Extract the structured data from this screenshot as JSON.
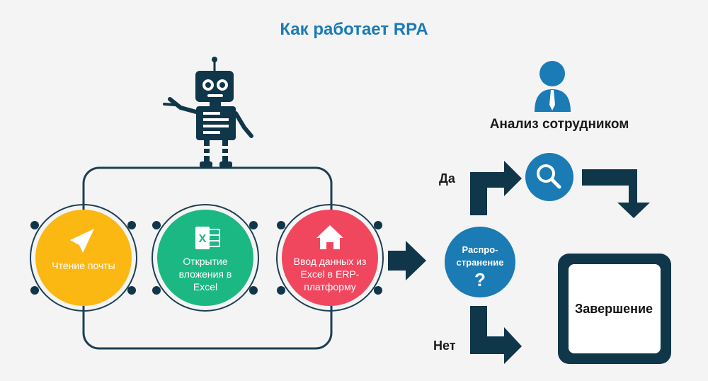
{
  "title": "Как работает RPA",
  "steps": [
    {
      "label": "Чтение почты",
      "color": "#fbb813",
      "icon": "paper-plane-icon"
    },
    {
      "label": "Открытие вложения в Excel",
      "color": "#1cb884",
      "icon": "excel-icon"
    },
    {
      "label": "Ввод данных из Excel в ERP-платформу",
      "color": "#f0475f",
      "icon": "house-icon"
    }
  ],
  "decision": {
    "label": "Распро-странение",
    "symbol": "?",
    "color": "#1a7bb5"
  },
  "branch_yes": "Да",
  "branch_no": "Нет",
  "analysis": {
    "label": "Анализ сотрудником",
    "icon": "magnifier-icon",
    "person_icon": "person-icon"
  },
  "end": {
    "label": "Завершение"
  },
  "colors": {
    "navy": "#10364a",
    "blue": "#1a7bb5",
    "line": "#1e3f52"
  }
}
